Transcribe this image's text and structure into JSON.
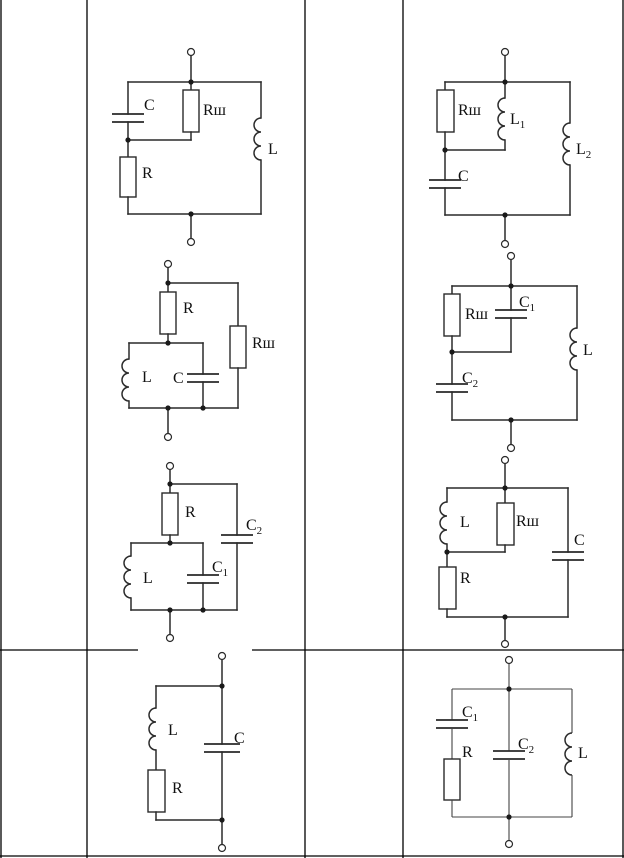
{
  "labels": {
    "C": "C",
    "R": "R",
    "L": "L",
    "R_sh": "Rш",
    "L1_main": "L",
    "L1_sub": "1",
    "L2_main": "L",
    "L2_sub": "2",
    "C1_main": "C",
    "C1_sub": "1",
    "C2_main": "C",
    "C2_sub": "2"
  }
}
